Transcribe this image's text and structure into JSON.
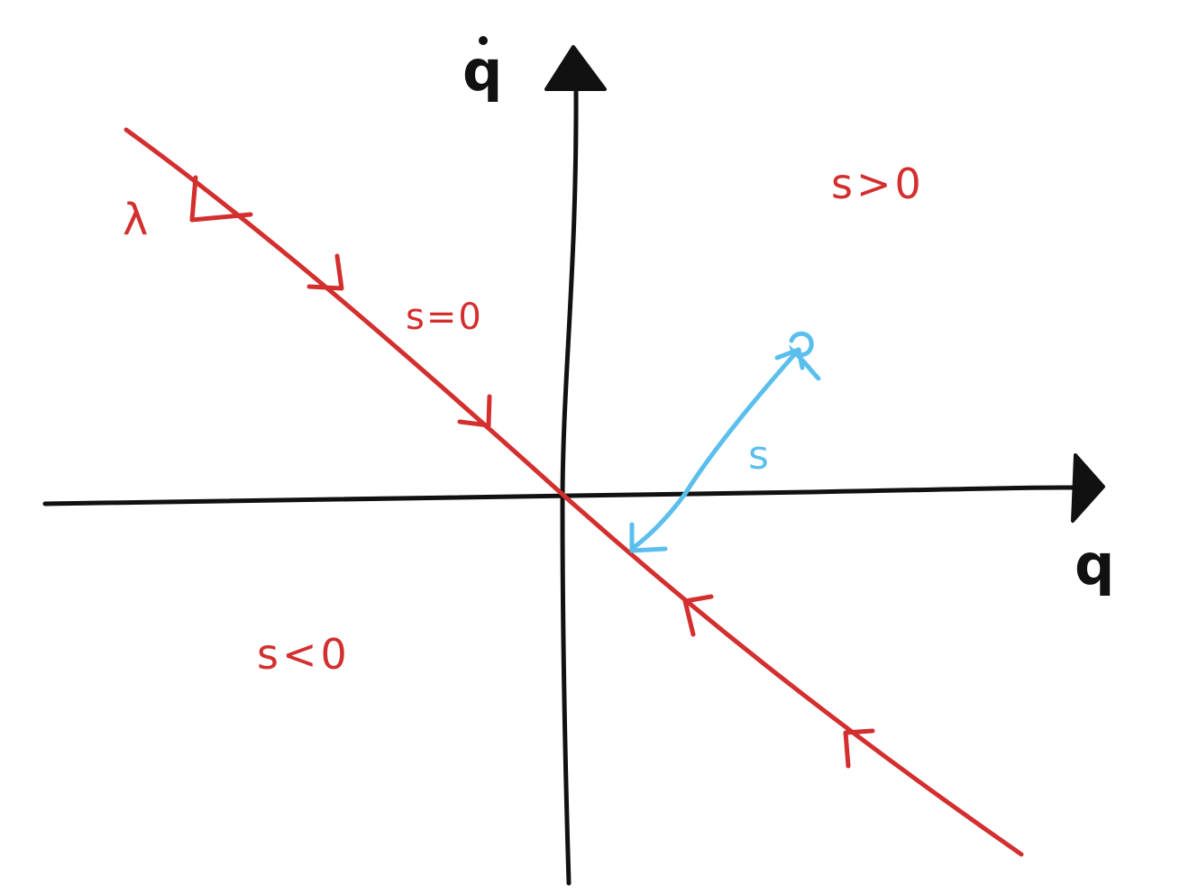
{
  "colors": {
    "axes": "#111111",
    "sliding_surface": "#d32f2f",
    "distance": "#5bbfee"
  },
  "axes": {
    "x_label": "q",
    "y_label": "q",
    "y_label_accent": "dot"
  },
  "labels": {
    "lambda": "λ",
    "surface": "s=0",
    "positive_region": "s>0",
    "negative_region": "s<0",
    "distance": "s"
  }
}
